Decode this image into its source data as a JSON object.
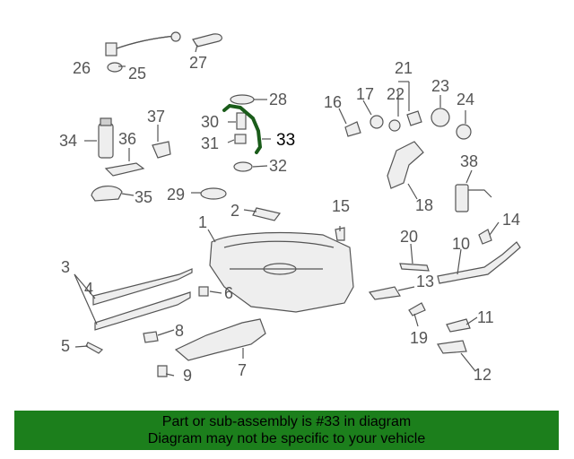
{
  "callouts": [
    "1",
    "2",
    "3",
    "4",
    "5",
    "6",
    "7",
    "8",
    "9",
    "10",
    "11",
    "12",
    "13",
    "14",
    "15",
    "16",
    "17",
    "18",
    "19",
    "20",
    "21",
    "22",
    "23",
    "24",
    "25",
    "26",
    "27",
    "28",
    "29",
    "30",
    "31",
    "32",
    "33",
    "34",
    "35",
    "36",
    "37",
    "38"
  ],
  "highlighted_part": "33",
  "banner": {
    "line1": "Part or sub-assembly is #33 in diagram",
    "line2": "Diagram may not be specific to your vehicle"
  },
  "colors": {
    "banner": "#1c7f1c",
    "highlight": "#1a5c1a"
  }
}
